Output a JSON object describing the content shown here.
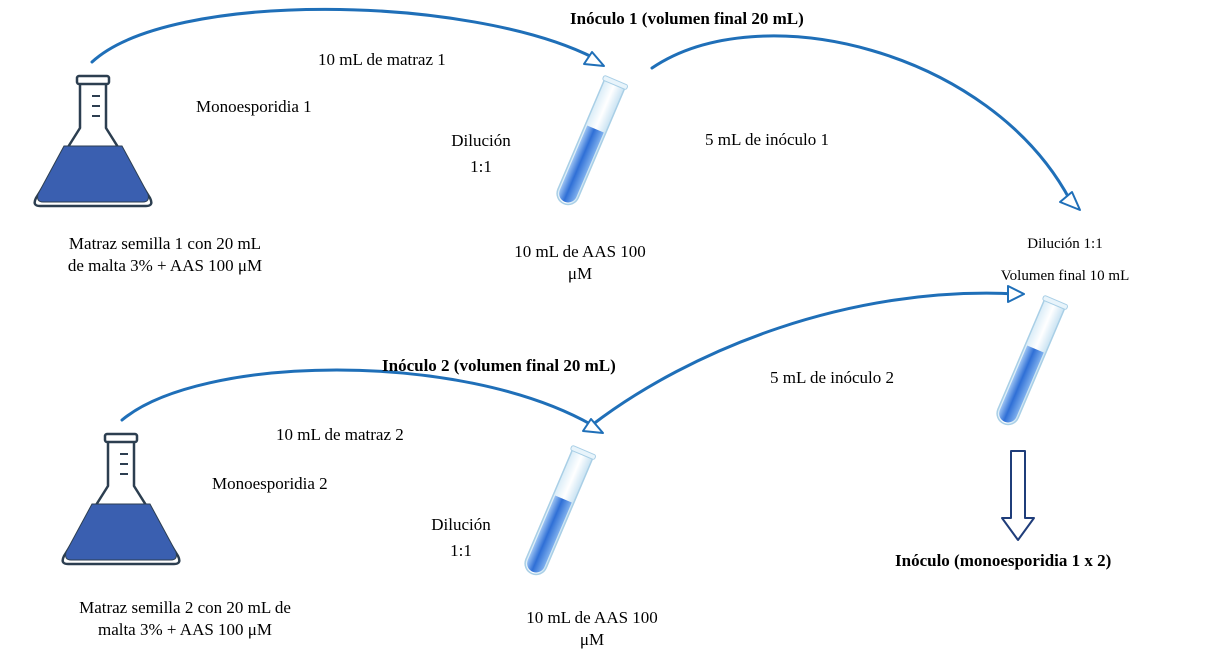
{
  "inoculum1": {
    "title": "Inóculo 1 (volumen final 20 mL)",
    "transfer_label": "10 mL de matraz 1",
    "monosporidia_label": "Monoesporidia 1",
    "dilution_line1": "Dilución",
    "dilution_line2": "1:1",
    "flask_caption_line1": "Matraz semilla 1 con 20 mL",
    "flask_caption_line2": "de malta 3% + AAS 100 μM",
    "tube_caption_line1": "10 mL de AAS 100",
    "tube_caption_line2": "μM",
    "to_final_label": "5 mL de inóculo 1"
  },
  "inoculum2": {
    "title": "Inóculo 2 (volumen final 20 mL)",
    "transfer_label": "10 mL de matraz 2",
    "monosporidia_label": "Monoesporidia 2",
    "dilution_line1": "Dilución",
    "dilution_line2": "1:1",
    "flask_caption_line1": "Matraz semilla 2 con 20 mL de",
    "flask_caption_line2": "malta 3% + AAS 100 μM",
    "tube_caption_line1": "10 mL de AAS 100",
    "tube_caption_line2": "μM",
    "to_final_label": "5 mL de inóculo 2"
  },
  "final": {
    "dilution": "Dilución 1:1",
    "volume": "Volumen final 10 mL",
    "result": "Inóculo (monoesporidia 1 x 2)"
  },
  "colors": {
    "arrow": "#1f6fb8",
    "liquid": "#3a5fb0",
    "tube_liquid": "#3b7fe0",
    "flask_outline": "#2c3e50"
  }
}
